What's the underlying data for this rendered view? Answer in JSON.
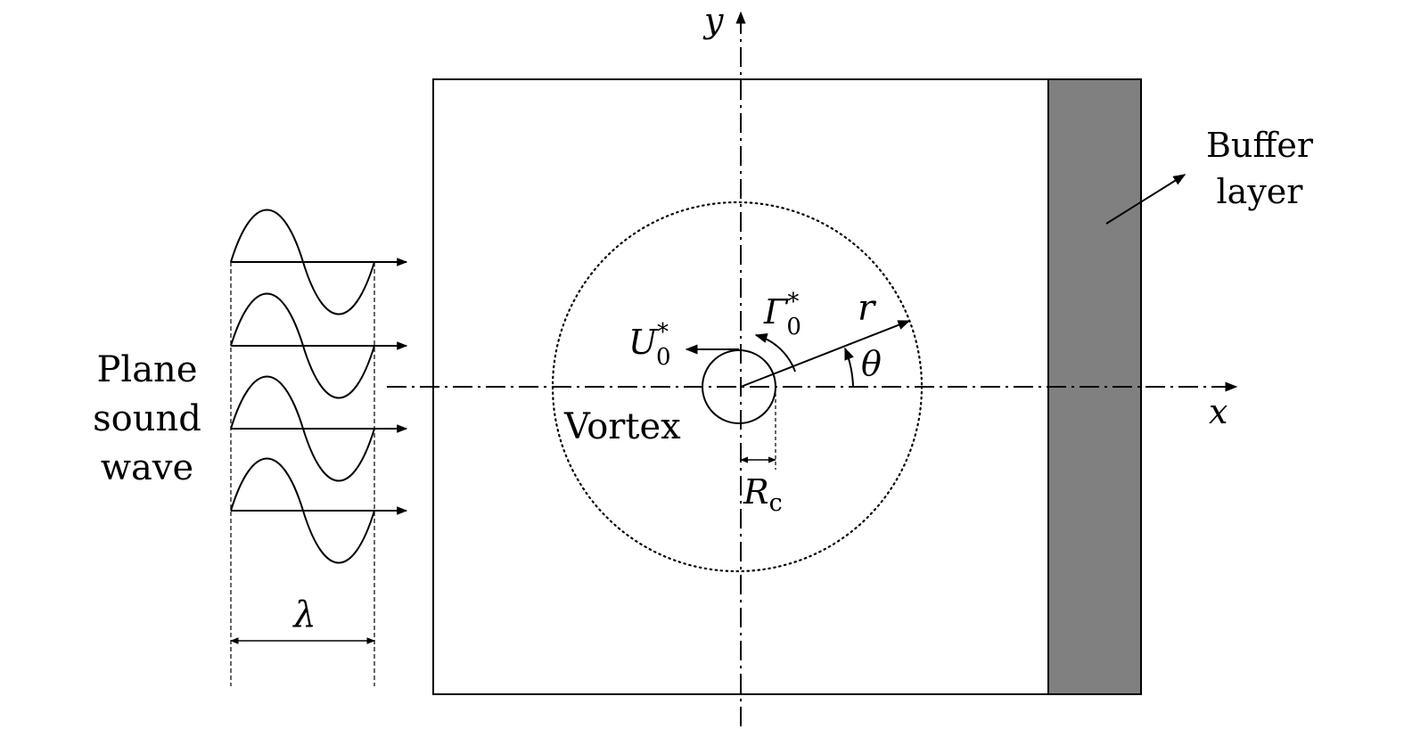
{
  "labels": {
    "plane_sound_wave": [
      "Plane",
      "sound",
      "wave"
    ],
    "buffer_layer": [
      "Buffer",
      "layer"
    ],
    "vortex": "Vortex",
    "y_axis": "y",
    "x_axis": "x",
    "wavelength": "λ",
    "radius_core": "R",
    "radius_core_sub": "c",
    "radius": "r",
    "angle": "θ",
    "circulation": "Γ",
    "circulation_sub": "0",
    "circulation_sup": "*",
    "velocity": "U",
    "velocity_sub": "0",
    "velocity_sup": "*"
  },
  "colors": {
    "stroke": "#000000",
    "buffer_fill": "#808080",
    "background": "#ffffff"
  }
}
